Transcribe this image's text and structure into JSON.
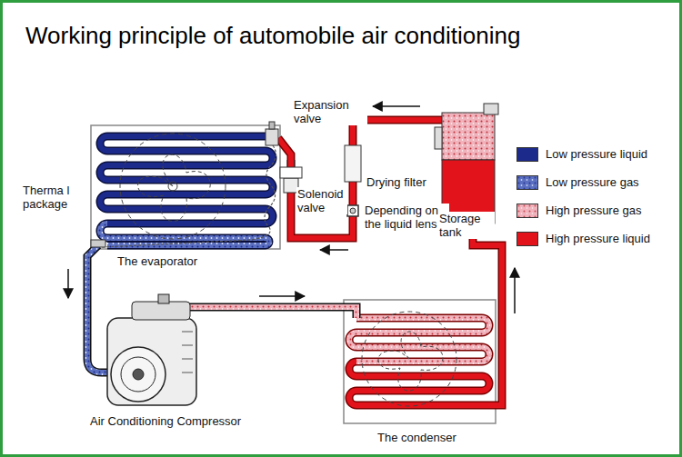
{
  "diagram": {
    "title": "Working principle of automobile air conditioning",
    "labels": [
      "Expansion valve",
      "Therma l package",
      "Drying filter",
      "Solenoid valve",
      "Depending on the liquid lens",
      "Storage tank",
      "The evaporator",
      "Air Conditioning Compressor",
      "The condenser"
    ],
    "legend": [
      {
        "text": "Low pressure liquid",
        "color": "#1c2a8c"
      },
      {
        "text": "Low pressure gas",
        "color": "#5b6fc0"
      },
      {
        "text": "High pressure gas",
        "color": "#f0b3bc"
      },
      {
        "text": "High pressure liquid",
        "color": "#e3131b"
      }
    ]
  }
}
